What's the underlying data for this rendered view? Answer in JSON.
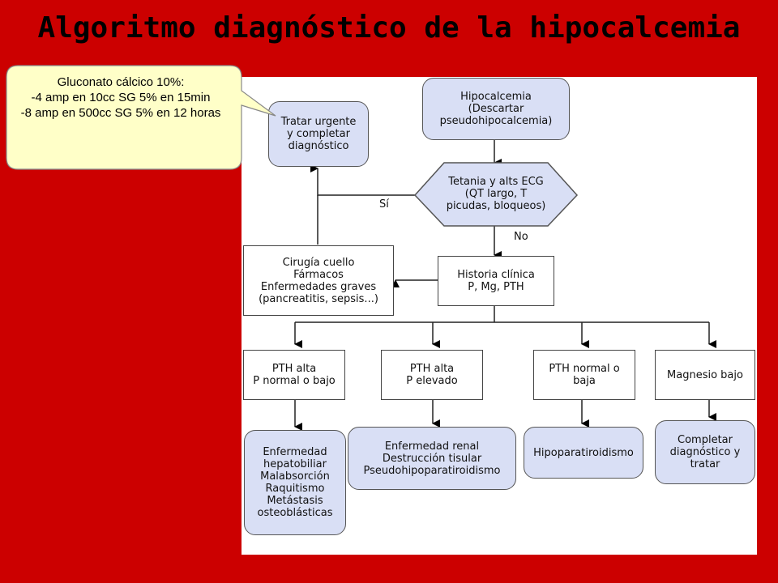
{
  "title": "Algoritmo diagnóstico de la hipocalcemia",
  "callout": {
    "text": "Gluconato cálcico 10%:\n-4 amp en 10cc SG 5% en 15min\n-8 amp en 500cc SG 5% en 12 horas"
  },
  "nodes": {
    "hipocalcemia": "Hipocalcemia\n(Descartar\npseudohipocalcemia)",
    "tratar_urgente": "Tratar urgente\ny completar\ndiagnóstico",
    "tetania": "Tetania y alts ECG\n(QT largo, T\npicudas, bloqueos)",
    "historia": "Historia clínica\nP, Mg, PTH",
    "cirugia": "Cirugía cuello\nFármacos\nEnfermedades graves\n(pancreatitis, sepsis...)",
    "pth_alta_p_normal": "PTH alta\nP normal o bajo",
    "pth_alta_p_elevado": "PTH alta\nP elevado",
    "pth_normal_baja": "PTH normal o\nbaja",
    "magnesio_bajo": "Magnesio bajo",
    "enfermedad_hepato": "Enfermedad\nhepatobiliar\nMalabsorción\nRaquitismo\nMetástasis\nosteoblásticas",
    "enfermedad_renal": "Enfermedad renal\nDestrucción tisular\nPseudohipoparatiroidismo",
    "hipoparatiroidismo": "Hipoparatiroidismo",
    "completar": "Completar\ndiagnóstico y\ntratar"
  },
  "edge_labels": {
    "si": "Sí",
    "no": "No"
  },
  "colors": {
    "background": "#cc0000",
    "rounded_node_fill": "#d9dff5",
    "callout_fill": "#ffffc8"
  }
}
